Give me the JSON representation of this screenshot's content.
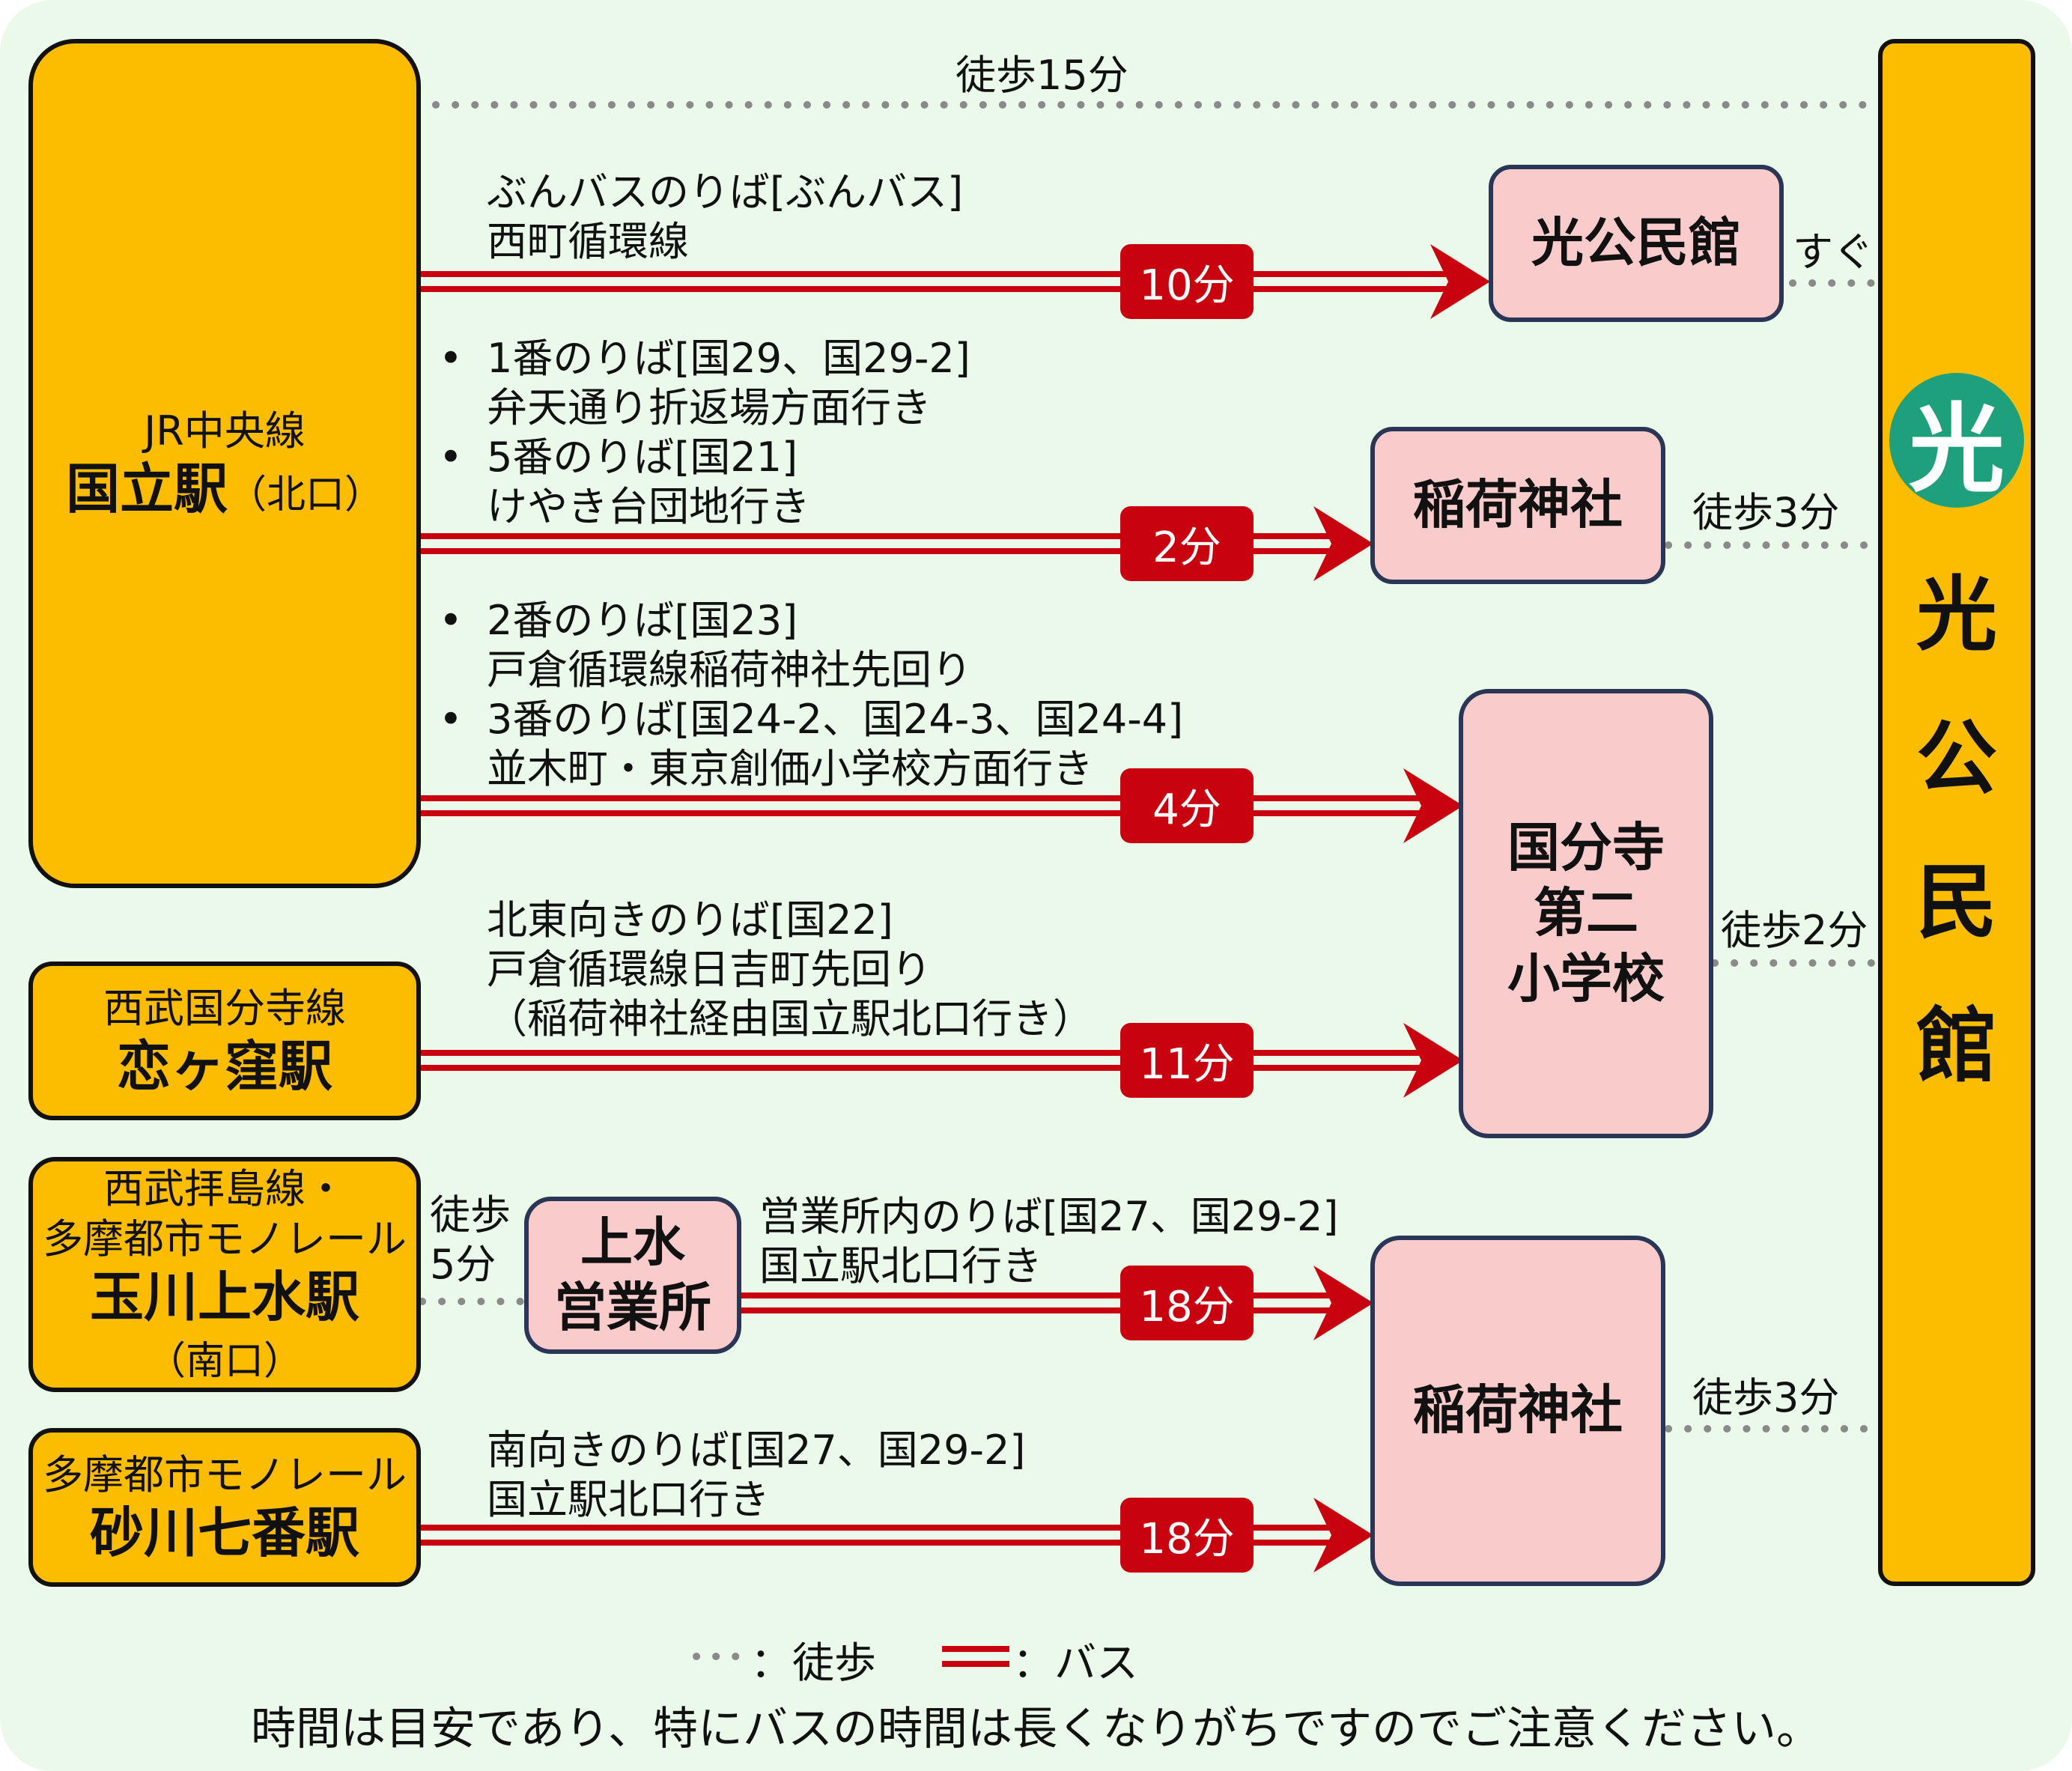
{
  "colors": {
    "page_background": "#ebf9eb",
    "station_fill": "#fcbd00",
    "stop_fill": "#f9cbcb",
    "bus_red": "#c8020f",
    "walk_dots": "#8a8a8a",
    "logo_green": "#1fa07c"
  },
  "origins": {
    "kunitachi": {
      "line": "JR中央線",
      "station": "国立駅",
      "exit": "（北口）"
    },
    "koigakubo": {
      "line": "西武国分寺線",
      "station": "恋ヶ窪駅"
    },
    "tamagawa": {
      "line1": "西武拝島線・",
      "line2": "多摩都市モノレール",
      "station": "玉川上水駅",
      "exit": "（南口）"
    },
    "sunagawa": {
      "line": "多摩都市モノレール",
      "station": "砂川七番駅"
    }
  },
  "stops": {
    "hikari": "光公民館",
    "inari_upper": "稲荷神社",
    "kokubunji": [
      "国分寺",
      "第二",
      "小学校"
    ],
    "josui": [
      "上水",
      "営業所"
    ],
    "inari_lower": "稲荷神社"
  },
  "destination": {
    "logo": "光",
    "name": [
      "光",
      "公",
      "民",
      "館"
    ]
  },
  "routes": {
    "hikari": {
      "lines": [
        "ぶんバスのりば[ぶんバス]",
        "西町循環線"
      ],
      "time": "10分"
    },
    "inari": {
      "bullets": [
        {
          "mark": "•",
          "lines": [
            "1番のりば[国29、国29-2]",
            "弁天通り折返場方面行き"
          ]
        },
        {
          "mark": "•",
          "lines": [
            "5番のりば[国21]",
            "けやき台団地行き"
          ]
        }
      ],
      "time": "2分"
    },
    "kokubunji": {
      "bullets": [
        {
          "mark": "•",
          "lines": [
            "2番のりば[国23]",
            "戸倉循環線稲荷神社先回り"
          ]
        },
        {
          "mark": "•",
          "lines": [
            "3番のりば[国24-2、国24-3、国24-4]",
            "並木町・東京創価小学校方面行き"
          ]
        }
      ],
      "time": "4分"
    },
    "koigakubo": {
      "lines": [
        "北東向きのりば[国22]",
        "戸倉循環線日吉町先回り",
        "（稲荷神社経由国立駅北口行き）"
      ],
      "time": "11分"
    },
    "josui": {
      "lines": [
        "営業所内のりば[国27、国29-2]",
        "国立駅北口行き"
      ],
      "time": "18分"
    },
    "sunagawa": {
      "lines": [
        "南向きのりば[国27、国29-2]",
        "国立駅北口行き"
      ],
      "time": "18分"
    }
  },
  "walks": {
    "direct": "徒歩15分",
    "hikari": "すぐ",
    "inari_upper": "徒歩3分",
    "kokubunji": "徒歩2分",
    "tamagawa": [
      "徒歩",
      "5分"
    ],
    "inari_lower": "徒歩3分"
  },
  "legend": {
    "walk": "：徒歩",
    "bus": "：バス"
  },
  "note": "時間は目安であり、特にバスの時間は長くなりがちですのでご注意ください。"
}
